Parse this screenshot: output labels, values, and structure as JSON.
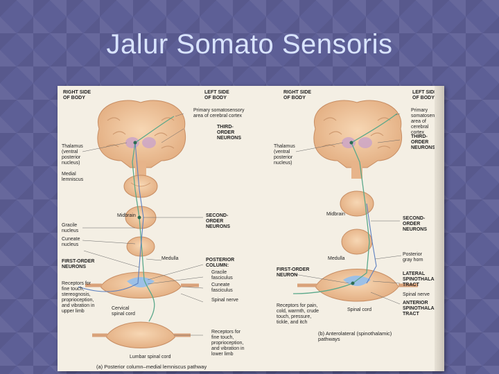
{
  "slide": {
    "title": "Jalur Somato Sensoris"
  },
  "left": {
    "right_side": "RIGHT SIDE\nOF BODY",
    "left_side": "LEFT SIDE\nOF BODY",
    "primary_area": "Primary somatosensory\narea of cerebral cortex",
    "third_order": "THIRD-\nORDER\nNEURONS",
    "thalamus": "Thalamus\n(ventral\nposterior\nnucleus)",
    "medial_lemniscus": "Medial\nlemniscus",
    "midbrain": "Midbrain",
    "second_order": "SECOND-\nORDER\nNEURONS",
    "gracile_nucleus": "Gracile\nnucleus",
    "cuneate_nucleus": "Cuneate\nnucleus",
    "medulla": "Medulla",
    "first_order": "FIRST-ORDER\nNEURONS",
    "posterior_column": "POSTERIOR\nCOLUMN:",
    "gracile_fasciculus": "Gracile\nfasciculus",
    "cuneate_fasciculus": "Cuneate\nfasciculus",
    "spinal_nerve": "Spinal nerve",
    "receptors_upper": "Receptors for\nfine touch,\nstereognosis,\nproprioception,\nand vibration in\nupper limb",
    "cervical": "Cervical\nspinal cord",
    "receptors_lower": "Receptors for\nfine touch,\nproprioception,\nand vibration in\nlower limb",
    "lumbar": "Lumbar spinal cord",
    "caption": "(a) Posterior column–medial lemniscus pathway"
  },
  "right": {
    "right_side": "RIGHT SIDE\nOF BODY",
    "left_side": "LEFT SIDE\nOF BODY",
    "primary_area": "Primary\nsomatosensory\narea of cerebral\ncortex",
    "third_order": "THIRD-\nORDER\nNEURONS",
    "thalamus": "Thalamus\n(ventral\nposterior\nnucleus)",
    "midbrain": "Midbrain",
    "second_order": "SECOND-\nORDER\nNEURONS",
    "posterior_gray": "Posterior\ngray horn",
    "medulla": "Medulla",
    "first_order": "FIRST-ORDER\nNEURON",
    "lateral_tract": "LATERAL\nSPINOTHALAMIC\nTRACT",
    "spinal_nerve": "Spinal nerve",
    "receptors": "Receptors for pain,\ncold, warmth, crude\ntouch, pressure,\ntickle, and itch",
    "spinal_cord": "Spinal cord",
    "anterior_tract": "ANTERIOR\nSPINOTHALAMIC\nTRACT",
    "caption": "(b) Anterolateral (spinothalamic)\npathways"
  },
  "colors": {
    "background": "#5d5f96",
    "title": "#d9e4ff",
    "tissue": "#f2c9a0",
    "tissue_dark": "#d9a27a",
    "neuron_green": "#5aa88a",
    "neuron_blue": "#5b7fc0",
    "white_matter": "#9cc0e6"
  }
}
